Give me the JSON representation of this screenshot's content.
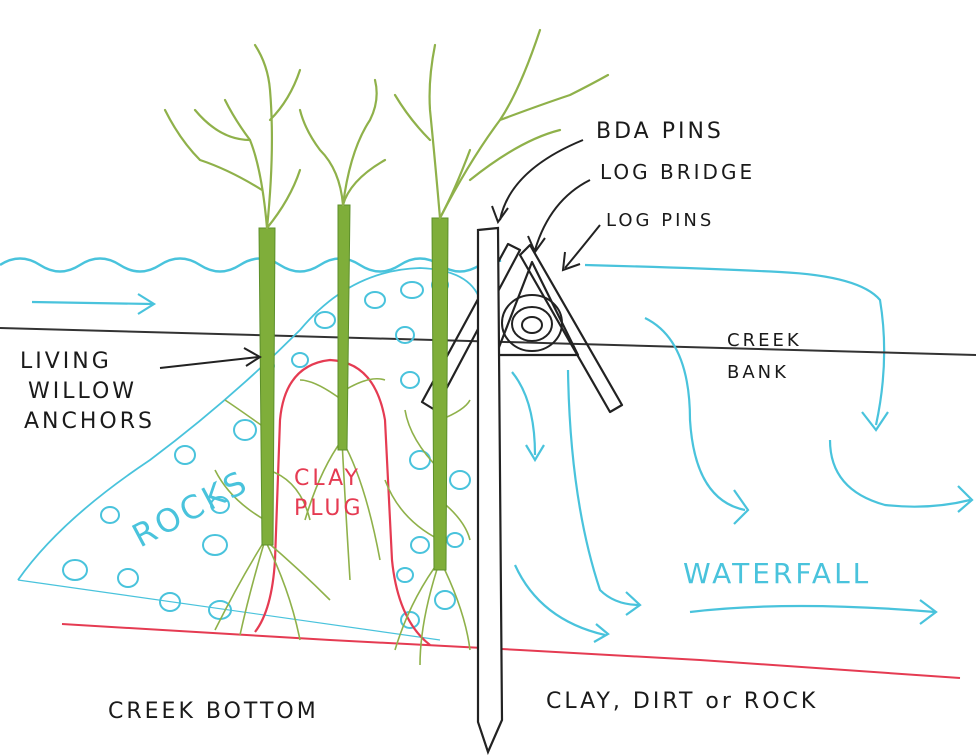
{
  "labels": {
    "bda_pins": "BDA PINS",
    "log_bridge": "LOG BRIDGE",
    "log_pins": "LOG PINS",
    "creek_bank_line1": "CREEK",
    "creek_bank_line2": "BANK",
    "living_line1": "LIVING",
    "living_line2": "WILLOW",
    "living_line3": "ANCHORS",
    "rocks": "ROCKS",
    "clay_line1": "CLAY",
    "clay_line2": "PLUG",
    "waterfall": "WATERFALL",
    "creek_bottom": "CREEK BOTTOM",
    "substrate": "CLAY, DIRT or ROCK"
  },
  "colors": {
    "water": "#49c3dc",
    "willow": "#7fae3a",
    "willow_dark": "#5c8f2a",
    "clay": "#e53b52",
    "ink": "#1a1a1a"
  }
}
